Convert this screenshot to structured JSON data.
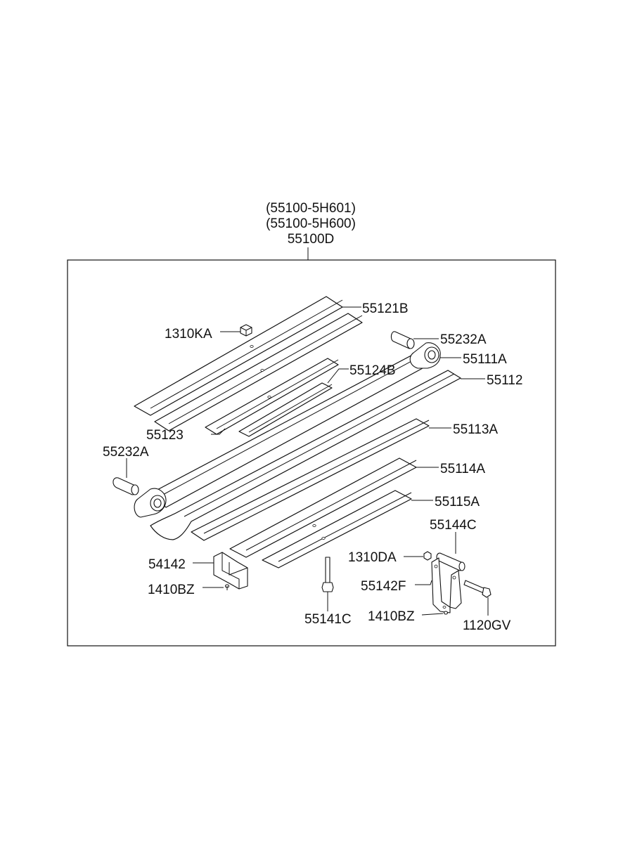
{
  "assembly": {
    "lines": [
      "(55100-5H601)",
      "(55100-5H600)",
      "55100D"
    ]
  },
  "parts": {
    "p55121B": "55121B",
    "p1310KA": "1310KA",
    "p55232A_right": "55232A",
    "p55111A": "55111A",
    "p55124B": "55124B",
    "p55112": "55112",
    "p55123": "55123",
    "p55113A": "55113A",
    "p55232A_left": "55232A",
    "p55114A": "55114A",
    "p55115A": "55115A",
    "p55144C": "55144C",
    "p54142": "54142",
    "p1310DA": "1310DA",
    "p1410BZ_left": "1410BZ",
    "p55142F": "55142F",
    "p55141C": "55141C",
    "p1410BZ_right": "1410BZ",
    "p1120GV": "1120GV"
  },
  "colors": {
    "line": "#111111",
    "background": "#ffffff"
  }
}
